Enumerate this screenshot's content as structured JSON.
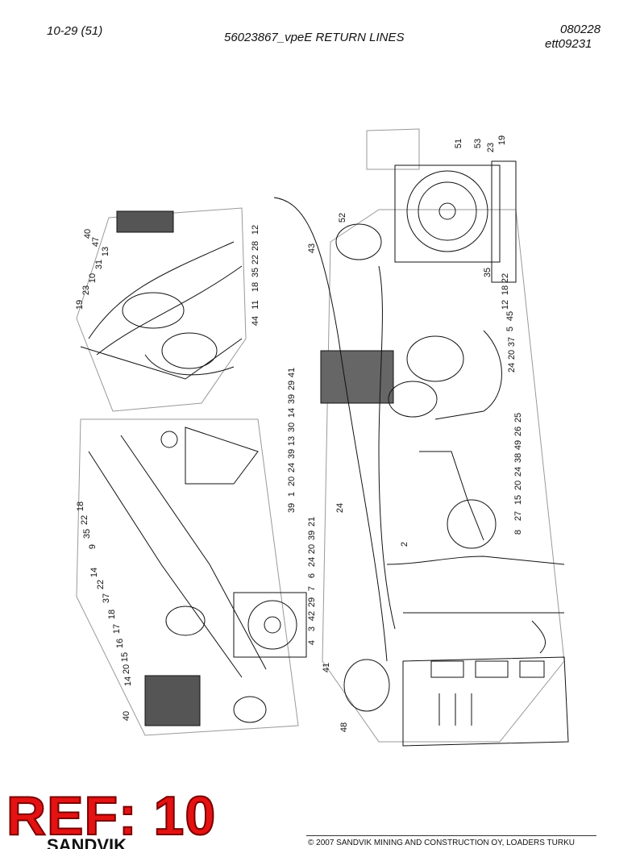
{
  "header": {
    "page_no": "10-29 (51)",
    "title": "56023867_vpeE RETURN LINES",
    "date": "080228",
    "drawing_code": "ett09231"
  },
  "callouts": {
    "top_left": [
      "40",
      "47",
      "13",
      "31",
      "10",
      "23",
      "19",
      "12",
      "28",
      "22",
      "35",
      "18",
      "11",
      "44"
    ],
    "bottom_left": [
      "18",
      "22",
      "35",
      "9",
      "14",
      "22",
      "37",
      "18",
      "17",
      "16",
      "15",
      "20",
      "14",
      "40"
    ],
    "main_left": [
      "43",
      "52",
      "41",
      "29",
      "39",
      "14",
      "30",
      "13",
      "39",
      "24",
      "20",
      "1",
      "39",
      "21",
      "24",
      "39",
      "20",
      "24",
      "6",
      "7",
      "29",
      "42",
      "3",
      "4",
      "2",
      "41",
      "48"
    ],
    "main_right": [
      "51",
      "53",
      "23",
      "19",
      "35",
      "22",
      "18",
      "12",
      "45",
      "5",
      "37",
      "20",
      "24",
      "25",
      "26",
      "49",
      "38",
      "24",
      "20",
      "15",
      "27",
      "8"
    ]
  },
  "stamp": {
    "ref": "REF: 10",
    "brand": "SANDVIK"
  },
  "footer": {
    "copyright": "© 2007 SANDVIK MINING AND CONSTRUCTION OY, LOADERS TURKU"
  }
}
